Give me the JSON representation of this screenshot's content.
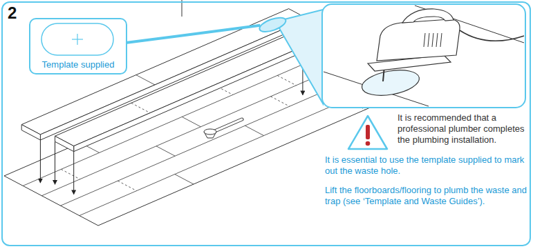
{
  "diagram": {
    "nodes": [
      {
        "text": [
          "2"
        ]
      },
      {
        "text": [
          "Template supplied"
        ],
        "in": 0
      }
    ],
    "labels": [
      "It is recommended that a professional plumber completes the plumbing installation.",
      "It is essential to use the template supplied to mark out the waste hole.",
      "Lift the floorboards/flooring to plumb the waste and trap (see ‘Template and Waste Guides’)."
    ]
  }
}
